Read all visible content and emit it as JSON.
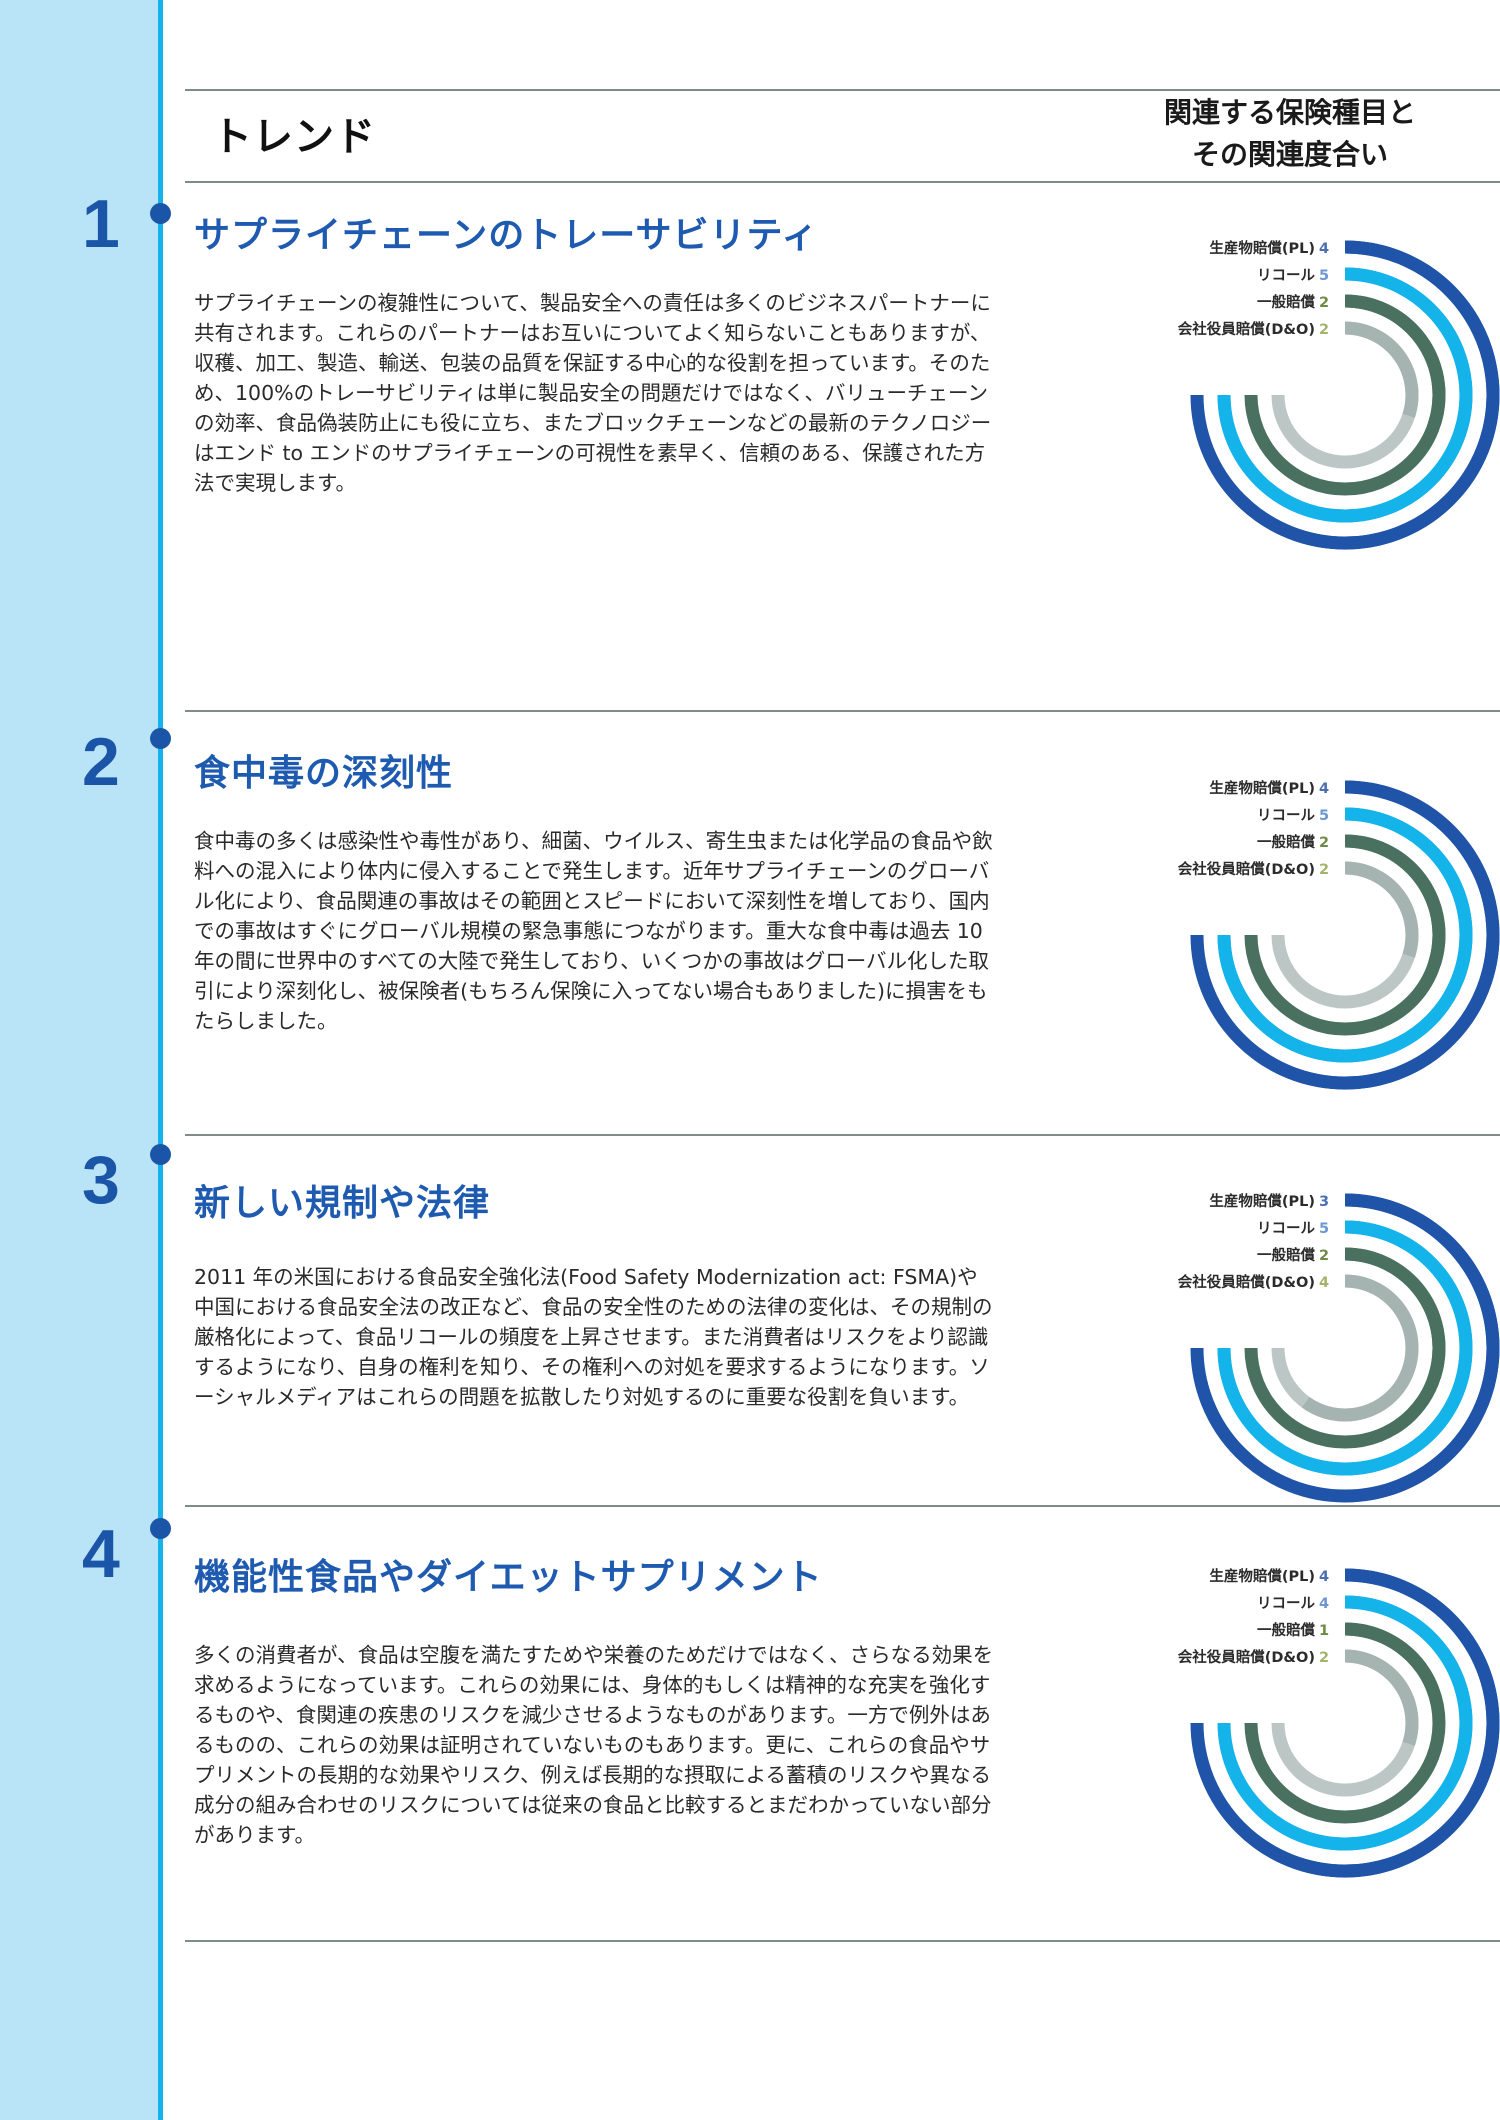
{
  "header": {
    "trend_label": "トレンド",
    "insurance_label_line1": "関連する保険種目と",
    "insurance_label_line2": "その関連度合い"
  },
  "colors": {
    "side_band": "#b9e4f8",
    "timeline": "#16b3ea",
    "accent_blue": "#1b55a8",
    "series": [
      "#1f54a8",
      "#14b3ea",
      "#4a7060",
      "#a6b4b1"
    ],
    "track": [
      "#1f54a8",
      "#14b3ea",
      "#4a7060",
      "#c3cbca"
    ],
    "value_label": [
      "#4c6fb3",
      "#6c97d2",
      "#6f8a45",
      "#a3b46a"
    ]
  },
  "sections": [
    {
      "number": "1",
      "title": "サプライチェーンのトレーサビリティ",
      "body": "サプライチェーンの複雑性について、製品安全への責任は多くのビジネスパートナーに共有されます。これらのパートナーはお互いについてよく知らないこともありますが、収穫、加工、製造、輸送、包装の品質を保証する中心的な役割を担っています。そのため、100%のトレーサビリティは単に製品安全の問題だけではなく、バリューチェーンの効率、食品偽装防止にも役に立ち、またブロックチェーンなどの最新のテクノロジーはエンド to エンドのサプライチェーンの可視性を素早く、信頼のある、保護された方法で実現します。"
    },
    {
      "number": "2",
      "title": "食中毒の深刻性",
      "body": "食中毒の多くは感染性や毒性があり、細菌、ウイルス、寄生虫または化学品の食品や飲料への混入により体内に侵入することで発生します。近年サプライチェーンのグローバル化により、食品関連の事故はその範囲とスピードにおいて深刻性を増しており、国内での事故はすぐにグローバル規模の緊急事態につながります。重大な食中毒は過去 10 年の間に世界中のすべての大陸で発生しており、いくつかの事故はグローバル化した取引により深刻化し、被保険者(もちろん保険に入ってない場合もありました)に損害をもたらしました。"
    },
    {
      "number": "3",
      "title": "新しい規制や法律",
      "body": "2011 年の米国における食品安全強化法(Food Safety Modernization act: FSMA)や中国における食品安全法の改正など、食品の安全性のための法律の変化は、その規制の厳格化によって、食品リコールの頻度を上昇させます。また消費者はリスクをより認識するようになり、自身の権利を知り、その権利への対処を要求するようになります。ソーシャルメディアはこれらの問題を拡散したり対処するのに重要な役割を負います。"
    },
    {
      "number": "4",
      "title": "機能性食品やダイエットサプリメント",
      "body": "多くの消費者が、食品は空腹を満たすためや栄養のためだけではなく、さらなる効果を求めるようになっています。これらの効果には、身体的もしくは精神的な充実を強化するものや、食関連の疾患のリスクを減少させるようなものがあります。一方で例外はあるものの、これらの効果は証明されていないものもあります。更に、これらの食品やサプリメントの長期的な効果やリスク、例えば長期的な摂取による蓄積のリスクや異なる成分の組み合わせのリスクについては従来の食品と比較するとまだわかっていない部分があります。"
    }
  ],
  "chart_data": [
    {
      "type": "radial-bar",
      "title": "サプライチェーンのトレーサビリティ",
      "categories": [
        "生産物賠償(PL)",
        "リコール",
        "一般賠償",
        "会社役員賠償(D&O)"
      ],
      "values": [
        4,
        5,
        2,
        2
      ],
      "max": 5
    },
    {
      "type": "radial-bar",
      "title": "食中毒の深刻性",
      "categories": [
        "生産物賠償(PL)",
        "リコール",
        "一般賠償",
        "会社役員賠償(D&O)"
      ],
      "values": [
        4,
        5,
        2,
        2
      ],
      "max": 5
    },
    {
      "type": "radial-bar",
      "title": "新しい規制や法律",
      "categories": [
        "生産物賠償(PL)",
        "リコール",
        "一般賠償",
        "会社役員賠償(D&O)"
      ],
      "values": [
        3,
        5,
        2,
        4
      ],
      "max": 5
    },
    {
      "type": "radial-bar",
      "title": "機能性食品やダイエットサプリメント",
      "categories": [
        "生産物賠償(PL)",
        "リコール",
        "一般賠償",
        "会社役員賠償(D&O)"
      ],
      "values": [
        4,
        4,
        1,
        2
      ],
      "max": 5
    }
  ]
}
